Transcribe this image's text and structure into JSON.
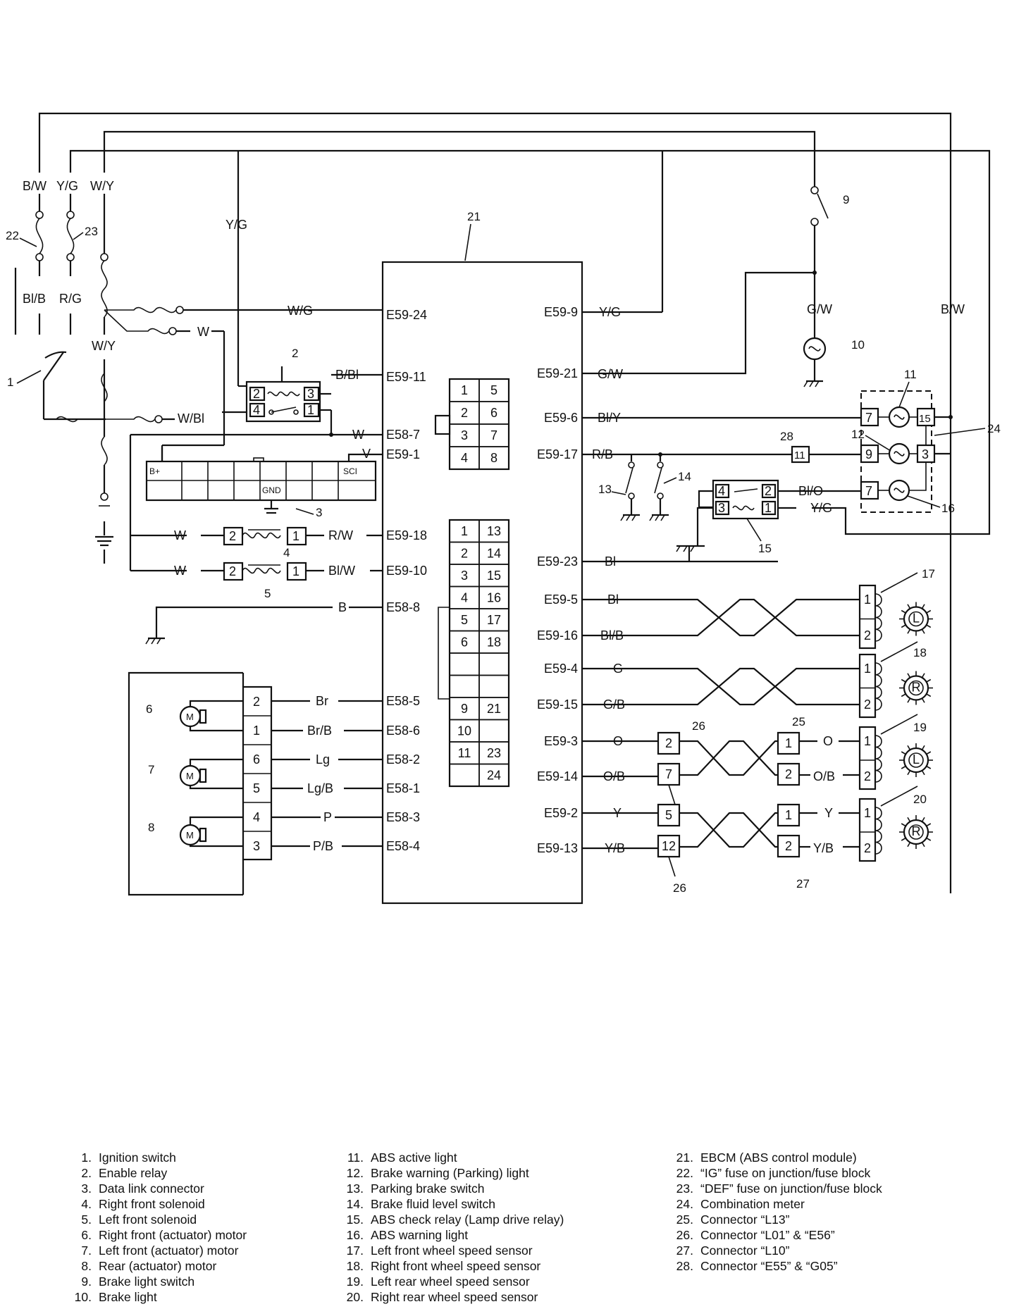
{
  "ecu": {
    "ref": "21",
    "left_pins": [
      "E59-24",
      "E59-11",
      "E58-7",
      "E59-1",
      "E59-18",
      "E59-10",
      "E58-8",
      "E58-5",
      "E58-6",
      "E58-2",
      "E58-1",
      "E58-3",
      "E58-4"
    ],
    "right_pins": [
      "E59-9",
      "E59-21",
      "E59-6",
      "E59-17",
      "E59-23",
      "E59-5",
      "E59-16",
      "E59-4",
      "E59-15",
      "E59-3",
      "E59-14",
      "E59-2",
      "E59-13"
    ],
    "connector_small": [
      [
        "1",
        "5"
      ],
      [
        "2",
        "6"
      ],
      [
        "3",
        "7"
      ],
      [
        "4",
        "8"
      ]
    ],
    "connector_large": [
      [
        "1",
        "13"
      ],
      [
        "2",
        "14"
      ],
      [
        "3",
        "15"
      ],
      [
        "4",
        "16"
      ],
      [
        "5",
        "17"
      ],
      [
        "6",
        "18"
      ],
      [
        "",
        ""
      ],
      [
        "",
        ""
      ],
      [
        "9",
        "21"
      ],
      [
        "10",
        ""
      ],
      [
        "11",
        "23"
      ],
      [
        "",
        "24"
      ]
    ]
  },
  "wires": {
    "bw": "B/W",
    "yg": "Y/G",
    "wy": "W/Y",
    "blb": "Bl/B",
    "rg": "R/G",
    "wg": "W/G",
    "w": "W",
    "wbl": "W/Bl",
    "bbl": "B/Bl",
    "v": "V",
    "rw": "R/W",
    "blw": "Bl/W",
    "b": "B",
    "br": "Br",
    "brb": "Br/B",
    "lg": "Lg",
    "lgb": "Lg/B",
    "p": "P",
    "pb": "P/B",
    "gw": "G/W",
    "bly": "Bl/Y",
    "rb": "R/B",
    "bl": "Bl",
    "blo": "Bl/O",
    "g": "G",
    "gb": "G/B",
    "o": "O",
    "ob": "O/B",
    "y": "Y",
    "yb": "Y/B"
  },
  "dlc": {
    "bplus": "B+",
    "gnd": "GND",
    "sci": "SCI"
  },
  "relay_pins": [
    "2",
    "3",
    "4",
    "1"
  ],
  "solenoid_pins": [
    "2",
    "1"
  ],
  "motor_pins": [
    "2",
    "1",
    "6",
    "5",
    "4",
    "3"
  ],
  "motor_symbol": "M",
  "meter_pins": [
    "7",
    "15",
    "9",
    "3",
    "7"
  ],
  "connector_28": "11",
  "relay15_pins": [
    "4",
    "2",
    "3",
    "1"
  ],
  "sensor_pins": [
    "1",
    "2"
  ],
  "sensor_marks": [
    "L",
    "R",
    "L",
    "R"
  ],
  "conn26_pins": [
    "2",
    "7",
    "5",
    "12"
  ],
  "conn25_pins": [
    "1",
    "2"
  ],
  "conn27_pins": [
    "1",
    "2"
  ],
  "refs": [
    "1",
    "2",
    "3",
    "4",
    "5",
    "6",
    "7",
    "8",
    "9",
    "10",
    "11",
    "12",
    "13",
    "14",
    "15",
    "16",
    "17",
    "18",
    "19",
    "20",
    "21",
    "22",
    "23",
    "24",
    "25",
    "26",
    "27",
    "28"
  ],
  "legend": {
    "col1": [
      {
        "n": "1.",
        "t": "Ignition switch"
      },
      {
        "n": "2.",
        "t": "Enable relay"
      },
      {
        "n": "3.",
        "t": "Data link connector"
      },
      {
        "n": "4.",
        "t": "Right front solenoid"
      },
      {
        "n": "5.",
        "t": "Left front solenoid"
      },
      {
        "n": "6.",
        "t": "Right front (actuator) motor"
      },
      {
        "n": "7.",
        "t": "Left front (actuator) motor"
      },
      {
        "n": "8.",
        "t": "Rear (actuator) motor"
      },
      {
        "n": "9.",
        "t": "Brake light switch"
      },
      {
        "n": "10.",
        "t": "Brake light"
      }
    ],
    "col2": [
      {
        "n": "11.",
        "t": "ABS active light"
      },
      {
        "n": "12.",
        "t": "Brake warning (Parking) light"
      },
      {
        "n": "13.",
        "t": "Parking brake switch"
      },
      {
        "n": "14.",
        "t": "Brake fluid level switch"
      },
      {
        "n": "15.",
        "t": "ABS check relay (Lamp drive relay)"
      },
      {
        "n": "16.",
        "t": "ABS warning light"
      },
      {
        "n": "17.",
        "t": "Left front wheel speed sensor"
      },
      {
        "n": "18.",
        "t": "Right front wheel speed sensor"
      },
      {
        "n": "19.",
        "t": "Left rear wheel speed sensor"
      },
      {
        "n": "20.",
        "t": "Right rear wheel speed sensor"
      }
    ],
    "col3": [
      {
        "n": "21.",
        "t": "EBCM (ABS control module)"
      },
      {
        "n": "22.",
        "t": "“IG” fuse on junction/fuse block"
      },
      {
        "n": "23.",
        "t": "“DEF” fuse on junction/fuse block"
      },
      {
        "n": "24.",
        "t": "Combination meter"
      },
      {
        "n": "25.",
        "t": "Connector “L13”"
      },
      {
        "n": "26.",
        "t": "Connector “L01” & “E56”"
      },
      {
        "n": "27.",
        "t": "Connector “L10”"
      },
      {
        "n": "28.",
        "t": "Connector “E55” & “G05”"
      }
    ]
  }
}
